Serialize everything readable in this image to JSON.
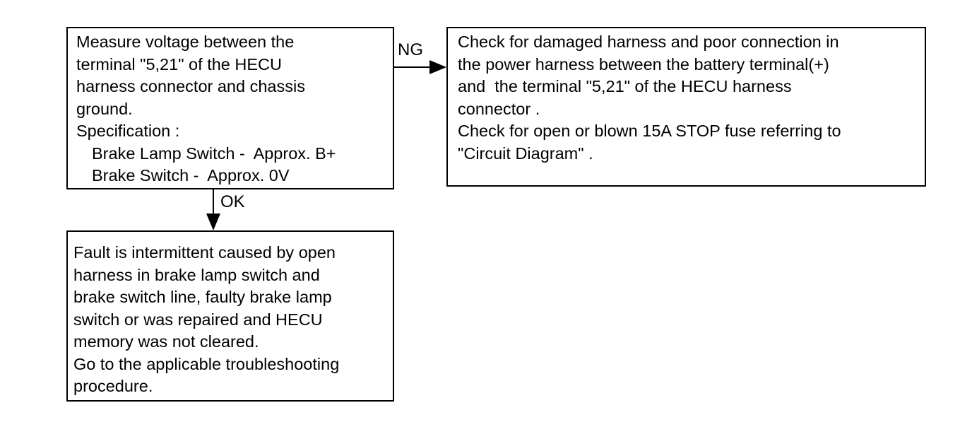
{
  "flowchart": {
    "measure_box": {
      "lines": [
        "Measure voltage between the",
        "terminal \"5,21\" of the HECU",
        "harness connector and chassis",
        "ground.",
        "Specification :",
        "Brake Lamp Switch -  Approx. B+",
        "Brake Switch -  Approx. 0V"
      ]
    },
    "check_box": {
      "lines": [
        "Check for damaged harness and poor connection in",
        "the power harness between the battery terminal(+)",
        "and  the terminal \"5,21\" of the HECU harness",
        "connector .",
        "Check for open or blown 15A STOP fuse referring to",
        "\"Circuit Diagram\" ."
      ]
    },
    "fault_box": {
      "lines": [
        "Fault is intermittent caused by open",
        "harness in brake lamp switch and",
        "brake switch line, faulty brake lamp",
        "switch or was repaired and HECU",
        "memory was not cleared.",
        "Go to the applicable troubleshooting",
        "procedure."
      ]
    },
    "labels": {
      "ng": "NG",
      "ok": "OK"
    }
  }
}
